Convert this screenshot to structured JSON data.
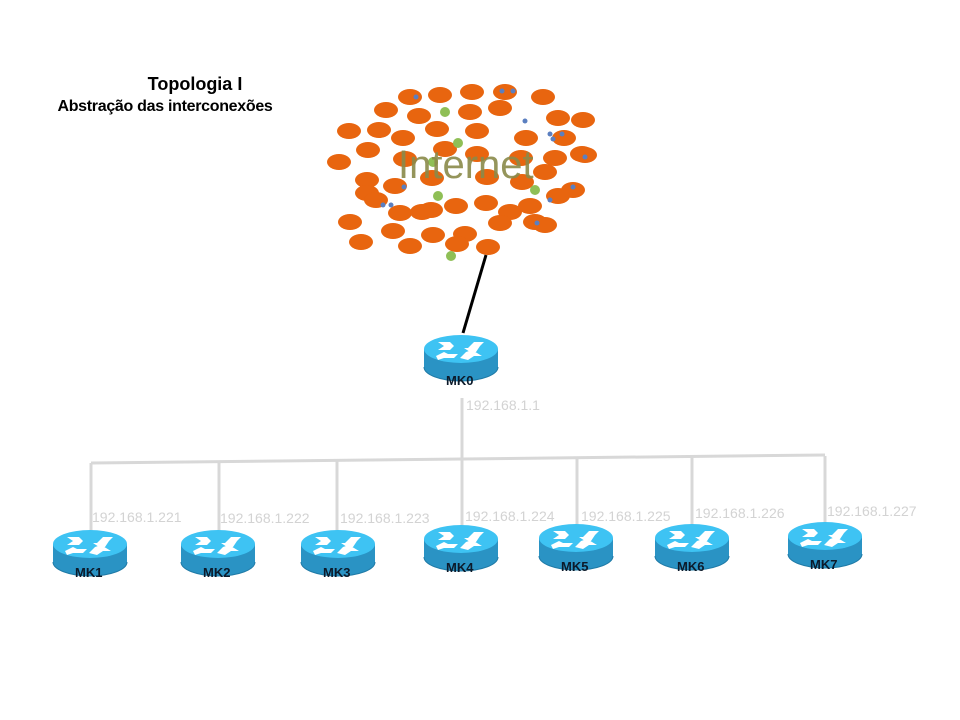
{
  "title": {
    "line1": "Topologia I",
    "line2": "Abstração das interconexões"
  },
  "cloud": {
    "label": "Internet",
    "icon": "internet-cloud-icon",
    "colors": {
      "blob": "#e8650f",
      "green_dot": "#8fbf56",
      "blue_dot": "#5b7fc0",
      "label": "#8a8a4a"
    }
  },
  "core_router": {
    "name": "MK0",
    "ip": "192.168.1.1",
    "icon": "router-icon"
  },
  "routers": [
    {
      "name": "MK1",
      "ip": "192.168.1.221"
    },
    {
      "name": "MK2",
      "ip": "192.168.1.222"
    },
    {
      "name": "MK3",
      "ip": "192.168.1.223"
    },
    {
      "name": "MK4",
      "ip": "192.168.1.224"
    },
    {
      "name": "MK5",
      "ip": "192.168.1.225"
    },
    {
      "name": "MK6",
      "ip": "192.168.1.226"
    },
    {
      "name": "MK7",
      "ip": "192.168.1.227"
    }
  ],
  "colors": {
    "router_top": "#3ec3f3",
    "router_side": "#2a93c4",
    "link_uplink": "#000000",
    "link_lan": "#d8d8d8",
    "ip_text": "#d3d3d3"
  }
}
